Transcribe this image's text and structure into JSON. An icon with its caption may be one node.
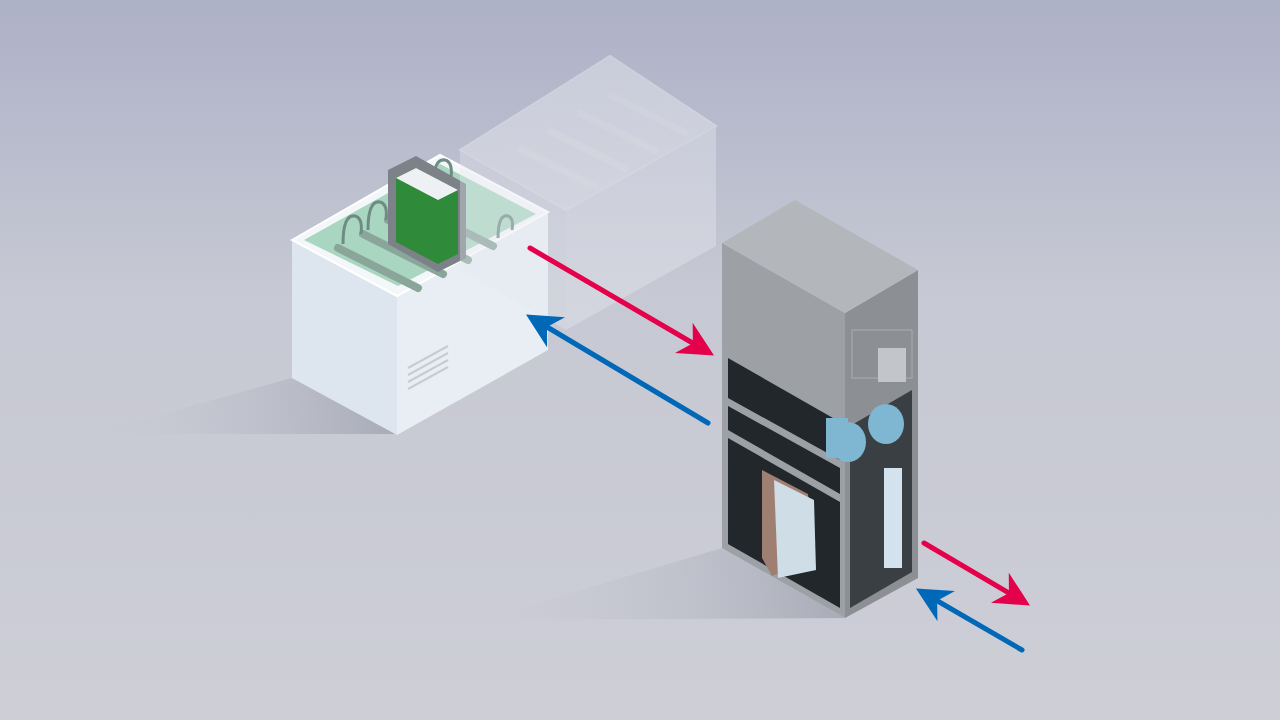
{
  "diagram": {
    "nodes": [
      {
        "text": [],
        "shape": "picture"
      },
      {
        "text": [],
        "shape": "picture"
      },
      {
        "text": [],
        "shape": "picture"
      }
    ],
    "edges": [
      {
        "from": 0,
        "to": 2,
        "arrow": "to",
        "color": "#e4004b"
      },
      {
        "from": 2,
        "to": 0,
        "arrow": "to",
        "color": "#0068b7"
      },
      {
        "from": 2,
        "to": null,
        "arrow": "to",
        "color": "#e4004b"
      },
      {
        "from": null,
        "to": 2,
        "arrow": "to",
        "color": "#0068b7"
      }
    ]
  }
}
